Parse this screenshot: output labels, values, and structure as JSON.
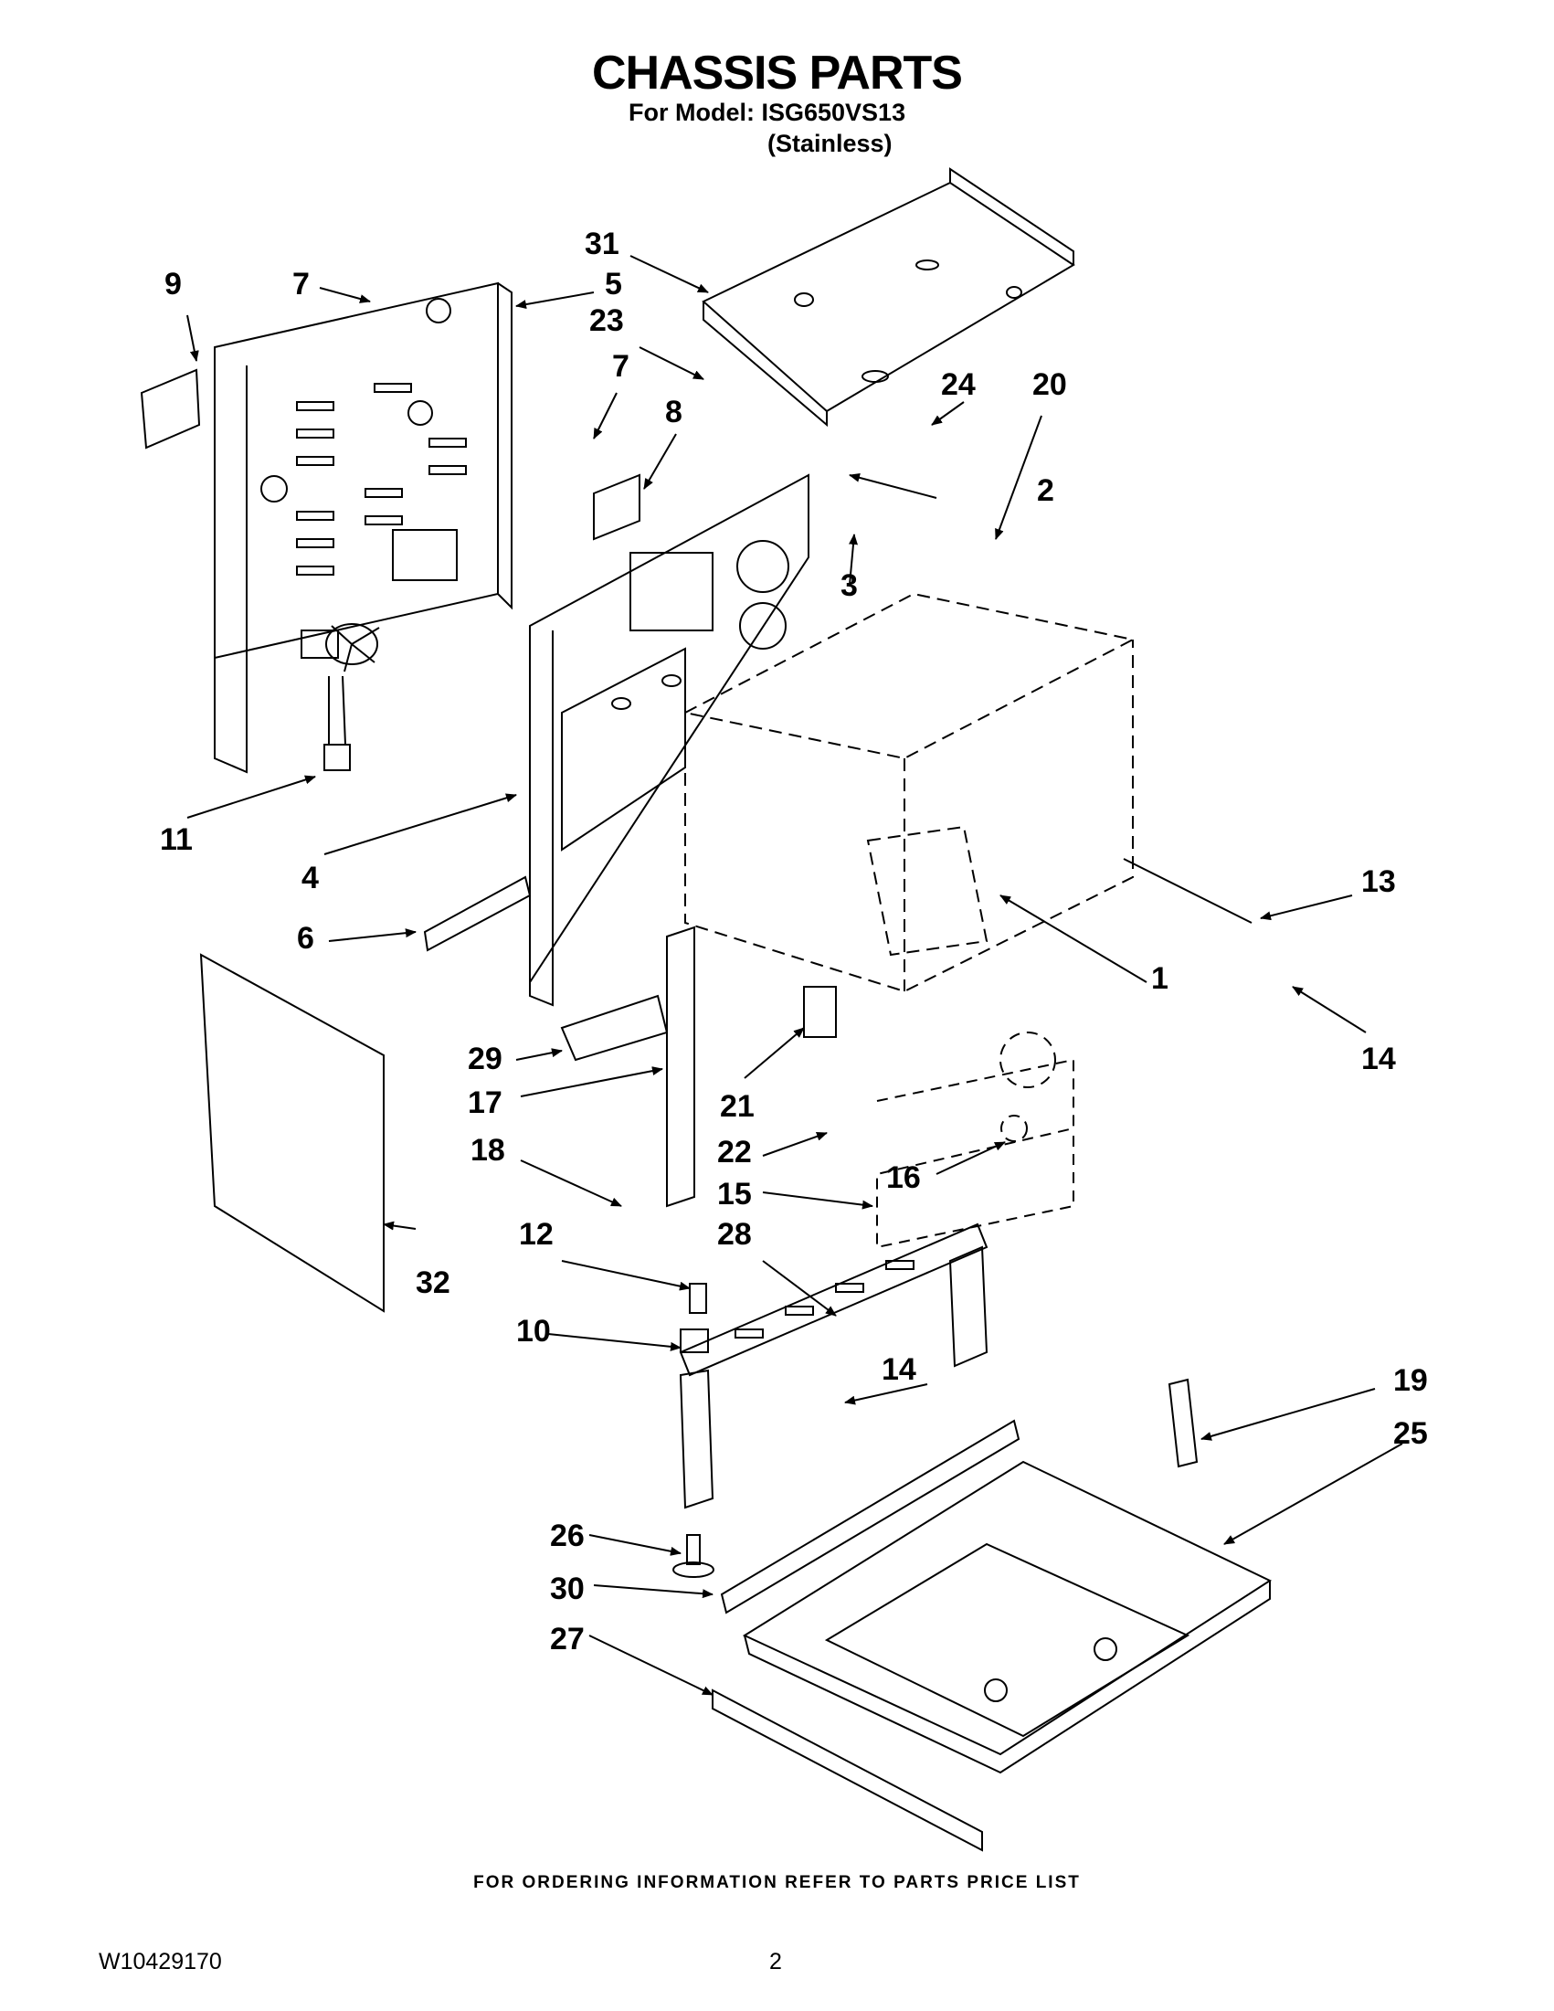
{
  "header": {
    "title": "CHASSIS PARTS",
    "model_line": "For Model: ISG650VS13",
    "variant": "(Stainless)"
  },
  "callouts": {
    "c1": "1",
    "c2": "2",
    "c3": "3",
    "c4": "4",
    "c5": "5",
    "c6": "6",
    "c7": "7",
    "c8": "8",
    "c9": "9",
    "c10": "10",
    "c11": "11",
    "c12": "12",
    "c13": "13",
    "c14": "14",
    "c15": "15",
    "c16": "16",
    "c17": "17",
    "c18": "18",
    "c19": "19",
    "c20": "20",
    "c21": "21",
    "c22": "22",
    "c23": "23",
    "c24": "24",
    "c25": "25",
    "c26": "26",
    "c27": "27",
    "c28": "28",
    "c29": "29",
    "c30": "30",
    "c31": "31",
    "c32": "32"
  },
  "footer": {
    "ordering_note": "FOR ORDERING INFORMATION REFER TO PARTS PRICE LIST",
    "doc_number": "W10429170",
    "page_number": "2"
  }
}
